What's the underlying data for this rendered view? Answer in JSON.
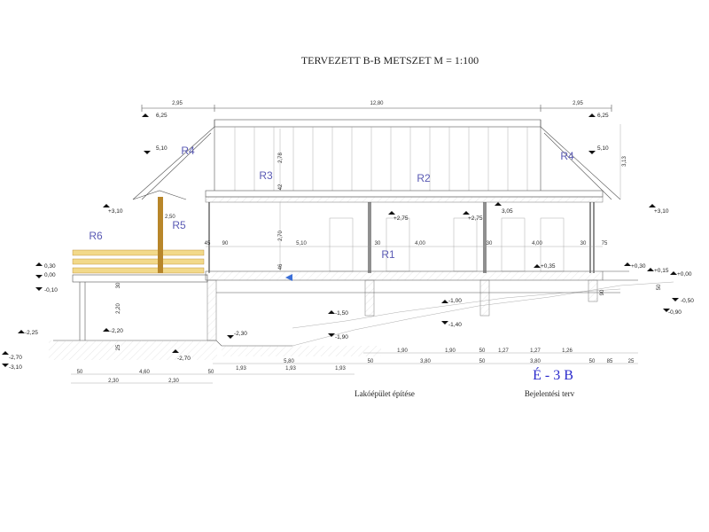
{
  "title": "TERVEZETT B-B METSZET  M = 1:100",
  "footer": {
    "project": "Lakóépület építése",
    "sheet_id": "É - 3 B",
    "plan_type": "Bejelentési terv"
  },
  "rooms": {
    "r1": "R1",
    "r2": "R2",
    "r3": "R3",
    "r4a": "R4",
    "r4b": "R4",
    "r5": "R5",
    "r6": "R6"
  },
  "top_dims": {
    "left": "2,95",
    "middle": "12,80",
    "right": "2,95"
  },
  "levels": {
    "roof_left": "6,25",
    "roof_right": "6,25",
    "eave_left": "5,10",
    "eave_right": "5,10",
    "deck_left": "+3,10",
    "deck_right": "+3,10",
    "ceil_a": "+2,75",
    "ceil_b": "+2,75",
    "ceil_c": "3,05",
    "floor_mid": "+0,35",
    "l_030": "0,30",
    "l_000": "0,00",
    "l_m010": "-0,10",
    "r_p030": "+0,30",
    "r_p015": "+0,15",
    "r_p000": "+0,00",
    "r_m050": "-0,50",
    "r_m090": "-0,90",
    "m_100": "-1,00",
    "m_140": "-1,40",
    "m_150": "-1,50",
    "m_190": "-1,90",
    "b_225": "-2,25",
    "b_220": "-2,20",
    "b_230": "-2,30",
    "b_270a": "-2,70",
    "b_270b": "-2,70",
    "b_310": "-3,10"
  },
  "vdims": {
    "roof_h": "2,78",
    "slab": "42",
    "room_h": "2,70",
    "post_h": "2,50",
    "right_h": "3,13",
    "base_a": "30",
    "base_b": "2,20",
    "base_c": "25",
    "floor_t": "46",
    "right_90": "90",
    "right_50": "50"
  },
  "hdims_interior": {
    "a": "45",
    "b": "90",
    "c": "5,10",
    "d": "30",
    "e": "4,00",
    "f": "30",
    "g": "4,00",
    "h": "30",
    "i": "75"
  },
  "bottom_row1": {
    "a": "1,90",
    "b": "1,90",
    "c": "50",
    "d": "1,27",
    "e": "1,27",
    "f": "1,26"
  },
  "bottom_row2": {
    "a": "5,80",
    "b": "50",
    "c": "3,80",
    "d": "50",
    "e": "3,80",
    "f": "50",
    "g": "85",
    "h": "25"
  },
  "bottom_row3": {
    "a": "50",
    "b": "4,60",
    "c": "50",
    "d": "1,93",
    "e": "1,93",
    "f": "1,93"
  },
  "bottom_row4": {
    "a": "2,30",
    "b": "2,30"
  },
  "colors": {
    "room_label": "#5a5ab4",
    "timber": "#f2d98a",
    "post": "#b8862a",
    "blue": "#3b6fd8"
  }
}
